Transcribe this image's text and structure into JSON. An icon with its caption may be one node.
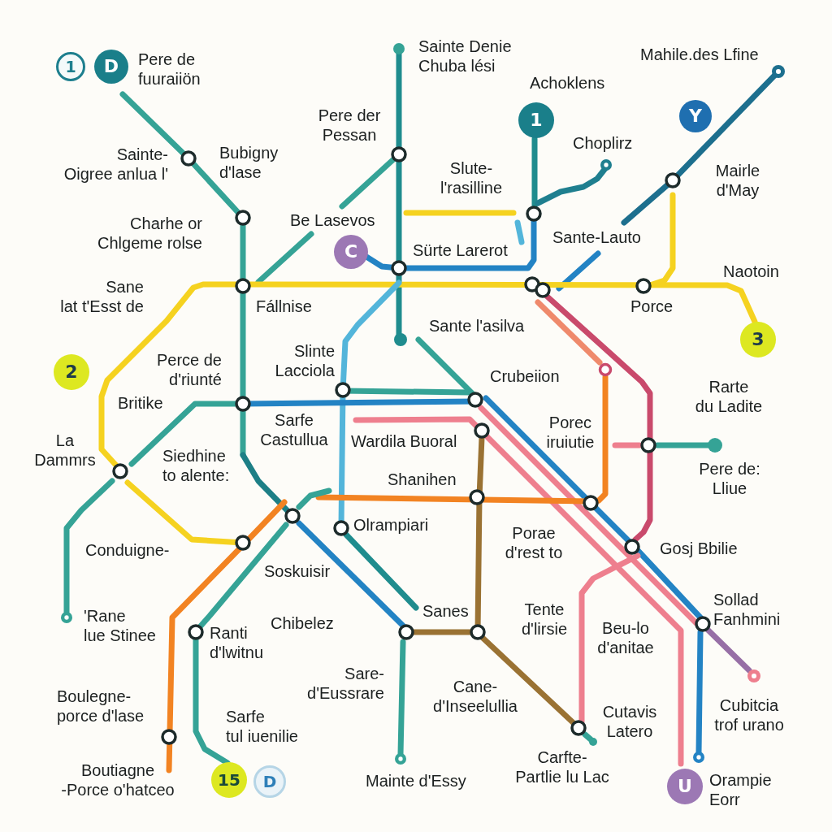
{
  "diagram": {
    "nodes": [
      {
        "text": [
          "1"
        ]
      },
      {
        "text": [
          "D"
        ]
      },
      {
        "text": [
          "1"
        ]
      },
      {
        "text": [
          "Y"
        ]
      },
      {
        "text": [
          "C"
        ]
      },
      {
        "text": [
          "3"
        ]
      },
      {
        "text": [
          "2"
        ]
      },
      {
        "text": [
          "15"
        ]
      },
      {
        "text": [
          "D"
        ]
      },
      {
        "text": [
          "U"
        ]
      }
    ],
    "labels": [
      "Sainte Denie Chuba lési",
      "Mahile.des Lfine",
      "Pere de fuuraiiön",
      "Achoklens",
      "Pere der Pessan",
      "Choplirz",
      "Bubigny d'lase",
      "Sainte- Oigree anlua l'",
      "Slute- l'rasilline",
      "Mairle d'May",
      "Be Lasevos",
      "Charhe or Chlgeme rolse",
      "Sante-Lauto",
      "Sürte Larerot",
      "Naotoin",
      "Sane lat t'Esst de",
      "Fállnise",
      "Porce",
      "Sante l'asilva",
      "Slinte Lacciola",
      "Perce de d'riunté",
      "Crubeiion",
      "Rarte du Ladite",
      "Britike",
      "Sarfe Castullua",
      "Porec iruiutie",
      "La Dammrs",
      "Wardila Buoral",
      "Siedhine to alente:",
      "Pere de: Lliue",
      "Shanihen",
      "Olrampiari",
      "Porae d'rest to",
      "Gosj Bbilie",
      "Conduigne-",
      "Soskuisir",
      "Sollad Fanhmini",
      "Tente d'lirsie",
      "Sanes",
      "'Rane lue Stinee",
      "Chibelez",
      "Beu-lo d'anitae",
      "Ranti d'lwitnu",
      "Sare- d'Eussrare",
      "Cane- d'Inseelullia",
      "Boulegne- porce d'lase",
      "Cubitcia trof urano",
      "Cutavis Latero",
      "Sarfe tul iuenilie",
      "Carfte- Partlie lu Lac",
      "Boutiagne -Porce o'hatceo",
      "Orampie Eorr",
      "Mainte d'Essy"
    ]
  }
}
